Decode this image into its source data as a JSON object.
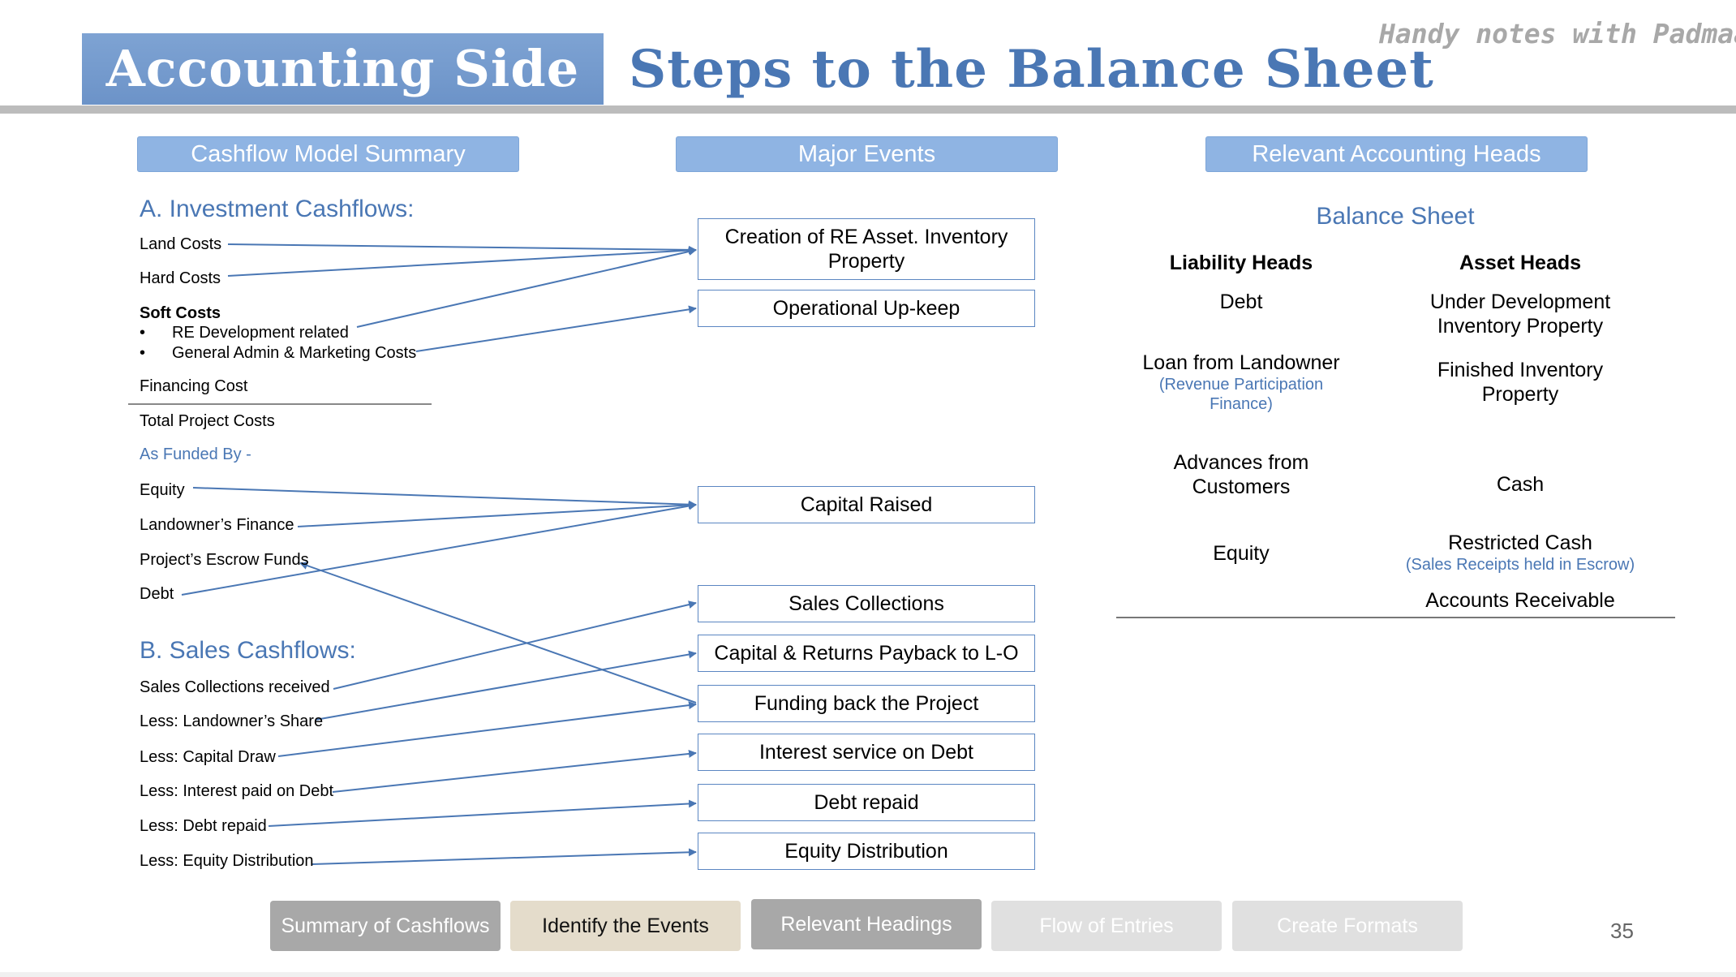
{
  "header": {
    "section_label": "Accounting Side",
    "title": "Steps to the Balance Sheet",
    "watermark": "Handy notes with Padmaa"
  },
  "columns": {
    "left": "Cashflow Model Summary",
    "middle": "Major Events",
    "right": "Relevant Accounting Heads"
  },
  "investment": {
    "title": "A.  Investment Cashflows:",
    "land_costs": "Land Costs",
    "hard_costs": "Hard Costs",
    "soft_costs": "Soft Costs",
    "soft_bullets": [
      "RE Development related",
      "General Admin & Marketing Costs"
    ],
    "financing_cost": "Financing Cost",
    "total": "Total Project Costs",
    "funded_by": "As Funded By -",
    "equity": "Equity",
    "landowner_finance": "Landowner’s Finance",
    "escrow": "Project’s Escrow Funds",
    "debt": "Debt"
  },
  "sales": {
    "title": "B.  Sales Cashflows:",
    "items": [
      "Sales Collections received",
      "Less: Landowner’s Share",
      "Less: Capital Draw",
      "Less: Interest paid on Debt",
      "Less: Debt repaid",
      "Less: Equity Distribution"
    ]
  },
  "events": [
    "Creation of RE Asset. Inventory Property",
    "Operational Up-keep",
    "Capital Raised",
    "Sales Collections",
    "Capital & Returns Payback to L-O",
    "Funding back the Project",
    "Interest service on Debt",
    "Debt repaid",
    "Equity Distribution"
  ],
  "balance_sheet": {
    "title": "Balance Sheet",
    "liability_head": "Liability Heads",
    "asset_head": "Asset Heads",
    "liabilities": {
      "debt": "Debt",
      "loan": "Loan from Landowner",
      "loan_note": "(Revenue Participation Finance)",
      "advances": "Advances from Customers",
      "equity": "Equity"
    },
    "assets": {
      "under_dev": "Under Development Inventory Property",
      "finished": "Finished Inventory Property",
      "cash": "Cash",
      "restricted": "Restricted Cash",
      "restricted_note": "(Sales Receipts held in Escrow)",
      "receivable": "Accounts Receivable"
    }
  },
  "nav": [
    "Summary of Cashflows",
    "Identify the Events",
    "Relevant Headings",
    "Flow of Entries",
    "Create Formats"
  ],
  "page_number": "35",
  "colors": {
    "accent_blue": "#4a77b4",
    "header_band": "#6c93c8",
    "col_head": "#8fb4e3",
    "arrow": "#4a77b4"
  }
}
